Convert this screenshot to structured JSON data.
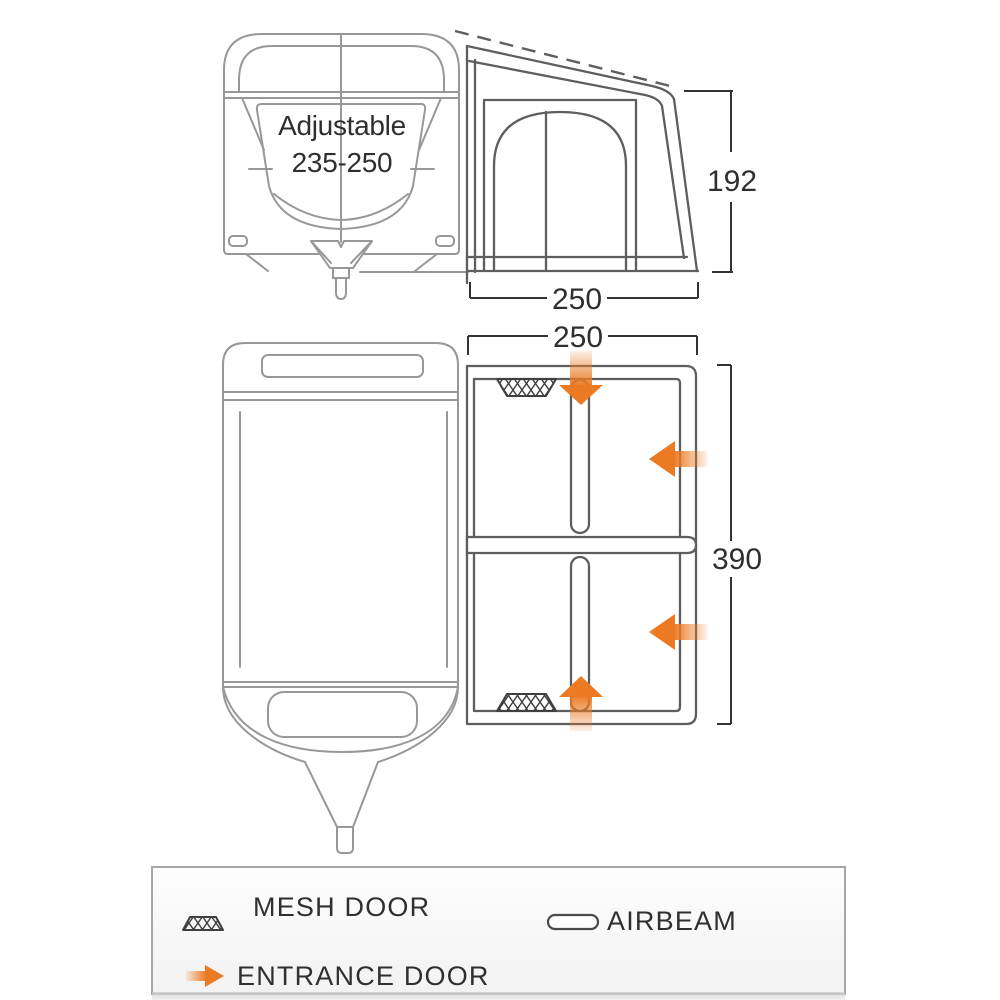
{
  "views": {
    "front": {
      "caravan_label_line1": "Adjustable",
      "caravan_label_line2": "235-250",
      "awning_height": "192",
      "awning_width": "250"
    },
    "plan": {
      "awning_width": "250",
      "awning_depth": "390"
    }
  },
  "legend": {
    "mesh_door": "MESH DOOR",
    "airbeam": "AIRBEAM",
    "entrance_door": "ENTRANCE DOOR"
  },
  "colors": {
    "accent_orange": "#EB7A23",
    "diagram_line": "#5E5E5E",
    "caravan_line": "#989898",
    "dimension_line": "#333333",
    "text_dark": "#2F2F2F",
    "legend_border": "#A6A6A6",
    "mesh": "#3F3F3F"
  }
}
